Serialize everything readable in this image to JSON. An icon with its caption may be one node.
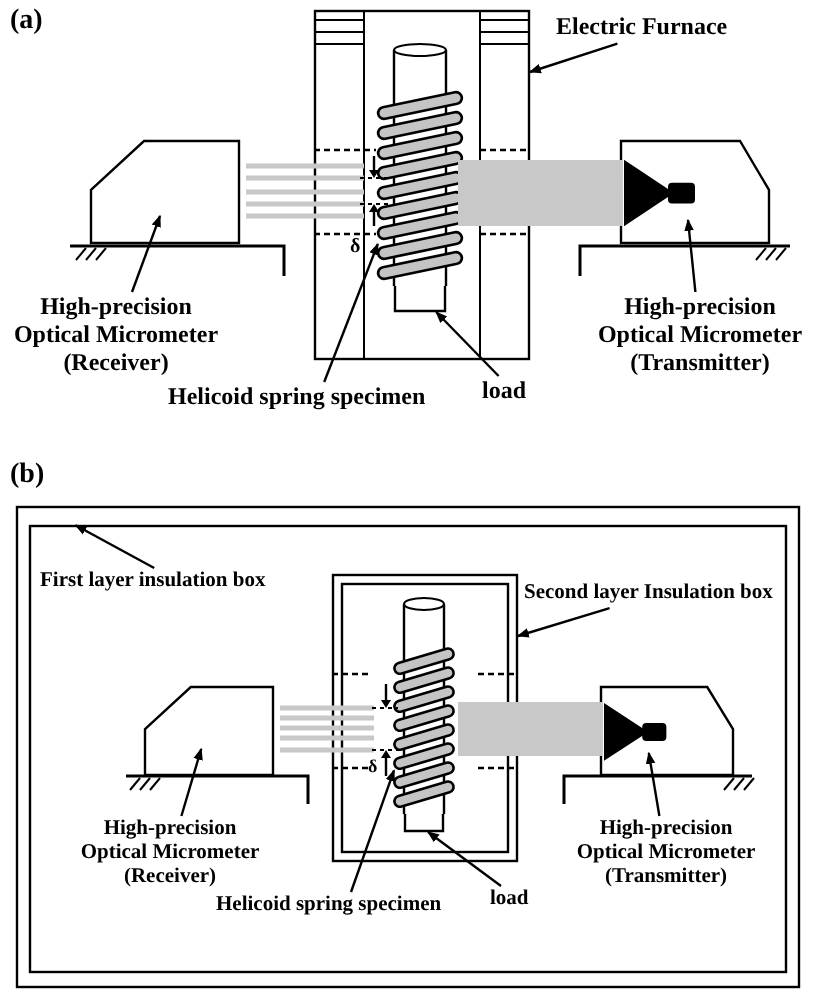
{
  "diagram": {
    "nodes": [
      {
        "text": [
          "Electric Furnace"
        ]
      },
      {
        "text": [],
        "shape": "box"
      },
      {
        "text": [],
        "shape": "picture",
        "in": 1
      },
      {
        "text": [],
        "shape": "box",
        "in": 1
      },
      {
        "text": [],
        "shape": "box"
      },
      {
        "text": [],
        "shape": "box"
      },
      {
        "text": [
          "High-precision Optical Micrometer (Receiver)"
        ]
      },
      {
        "text": [
          "Helicoid spring specimen"
        ]
      },
      {
        "text": [
          "load"
        ]
      },
      {
        "text": [
          "High-precision Optical Micrometer (Transmitter)"
        ]
      },
      {
        "text": [],
        "shape": "box"
      },
      {
        "text": [
          "First layer insulation box"
        ],
        "in": 10
      },
      {
        "text": [],
        "shape": "box",
        "in": 10
      },
      {
        "text": [
          "Second layer Insulation box"
        ],
        "in": 10
      },
      {
        "text": [],
        "shape": "picture",
        "in": 12
      },
      {
        "text": [],
        "shape": "box",
        "in": 12
      },
      {
        "text": [],
        "shape": "box",
        "in": 10
      },
      {
        "text": [],
        "shape": "box",
        "in": 10
      },
      {
        "text": [
          "High-precision Optical Micrometer (Receiver)"
        ],
        "in": 10
      },
      {
        "text": [
          "Helicoid spring specimen"
        ],
        "in": 10
      },
      {
        "text": [
          "load"
        ],
        "in": 10
      },
      {
        "text": [
          "High-precision Optical Micrometer (Transmitter)"
        ],
        "in": 10
      },
      {
        "text": [],
        "shape": "bar"
      },
      {
        "text": [],
        "shape": "bar",
        "in": 10
      }
    ],
    "edges": [
      {
        "from": 0,
        "to": 1,
        "arrow": "to"
      },
      {
        "from": 6,
        "to": 4,
        "arrow": "to"
      },
      {
        "from": 7,
        "to": 2,
        "arrow": "to"
      },
      {
        "from": 8,
        "to": 3,
        "arrow": "to"
      },
      {
        "from": 9,
        "to": 5,
        "arrow": "to"
      },
      {
        "from": 11,
        "to": 10,
        "arrow": "to"
      },
      {
        "from": 13,
        "to": 12,
        "arrow": "to"
      },
      {
        "from": 18,
        "to": 16,
        "arrow": "to"
      },
      {
        "from": 19,
        "to": 14,
        "arrow": "to"
      },
      {
        "from": 20,
        "to": 15,
        "arrow": "to"
      },
      {
        "from": 21,
        "to": 17,
        "arrow": "to"
      }
    ],
    "labels": [
      "(a)",
      "δ",
      "(b)",
      "δ"
    ]
  }
}
